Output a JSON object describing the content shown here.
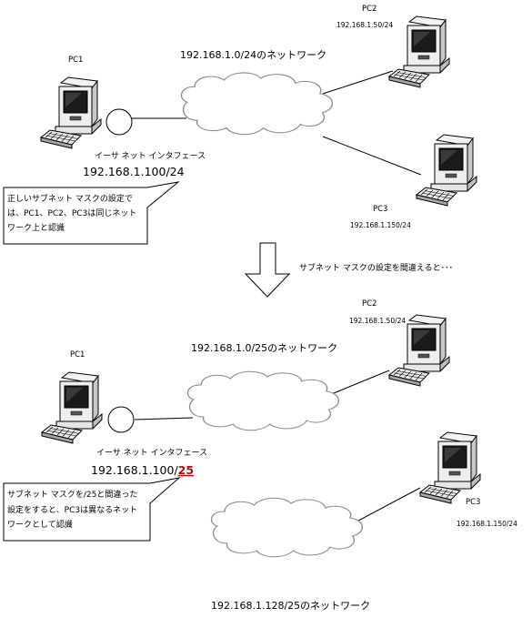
{
  "top": {
    "network_label": "192.168.1.0/24のネットワーク",
    "pc1_label": "PC1",
    "pc2_label": "PC2",
    "pc2_ip": "192.168.1.50/24",
    "pc3_label": "PC3",
    "pc3_ip": "192.168.1.150/24",
    "interface_label": "イーサ ネット インタフェース",
    "pc1_ip": "192.168.1.100/24",
    "callout": [
      "正しいサブネット マスクの設定で",
      "は、PC1、PC2、PC3は同じネット",
      "ワーク上と認識"
    ]
  },
  "transition": {
    "text": "サブネット マスクの設定を間違えると･･･"
  },
  "bottom": {
    "network1_label": "192.168.1.0/25のネットワーク",
    "network2_label": "192.168.1.128/25のネットワーク",
    "pc1_label": "PC1",
    "pc2_label": "PC2",
    "pc2_ip": "192.168.1.50/24",
    "pc3_label": "PC3",
    "pc3_ip": "192.168.1.150/24",
    "interface_label": "イーサ ネット インタフェース",
    "pc1_ip_prefix": "192.168.1.100/",
    "pc1_ip_mask": "25",
    "callout": [
      "サブネット マスクを/25と間違った",
      "設定をすると、PC3は異なるネット",
      "ワークとして認識"
    ]
  }
}
